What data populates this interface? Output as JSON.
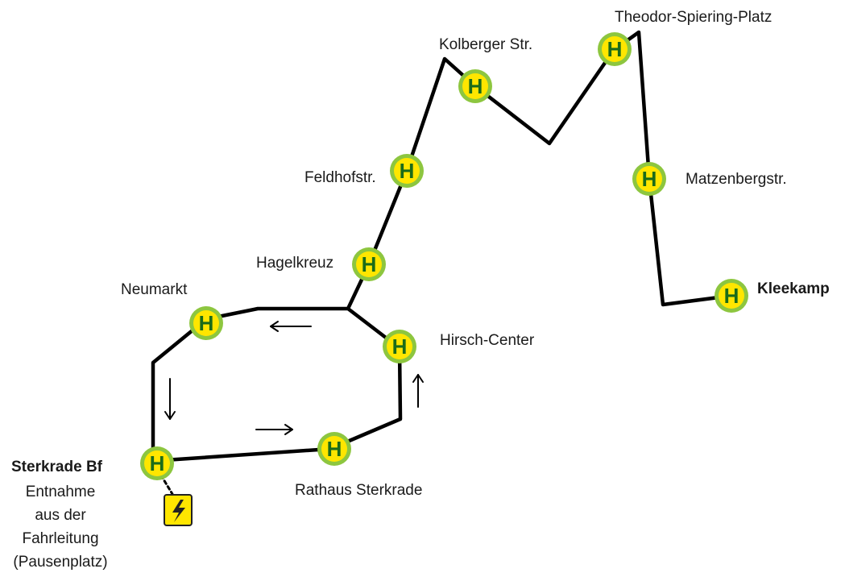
{
  "colors": {
    "route_line": "#000000",
    "stop_ring": "#8dc63f",
    "stop_fill": "#ffe600",
    "stop_letter": "#1a6b1a",
    "power_fill": "#ffe600",
    "power_border": "#222222"
  },
  "stop_symbol": "H",
  "stops": {
    "theodor_spiering_platz": "Theodor-Spiering-Platz",
    "kolberger_str": "Kolberger Str.",
    "feldhofstr": "Feldhofstr.",
    "matzenbergstr": "Matzenbergstr.",
    "hagelkreuz": "Hagelkreuz",
    "kleekamp": "Kleekamp",
    "neumarkt": "Neumarkt",
    "hirsch_center": "Hirsch-Center",
    "sterkrade_bf": "Sterkrade Bf",
    "rathaus_sterkrade": "Rathaus Sterkrade"
  },
  "charging_note": {
    "line1": "Entnahme",
    "line2": "aus der",
    "line3": "Fahrleitung",
    "line4": "(Pausenplatz)"
  },
  "power_icon": "lightning-bolt-icon"
}
